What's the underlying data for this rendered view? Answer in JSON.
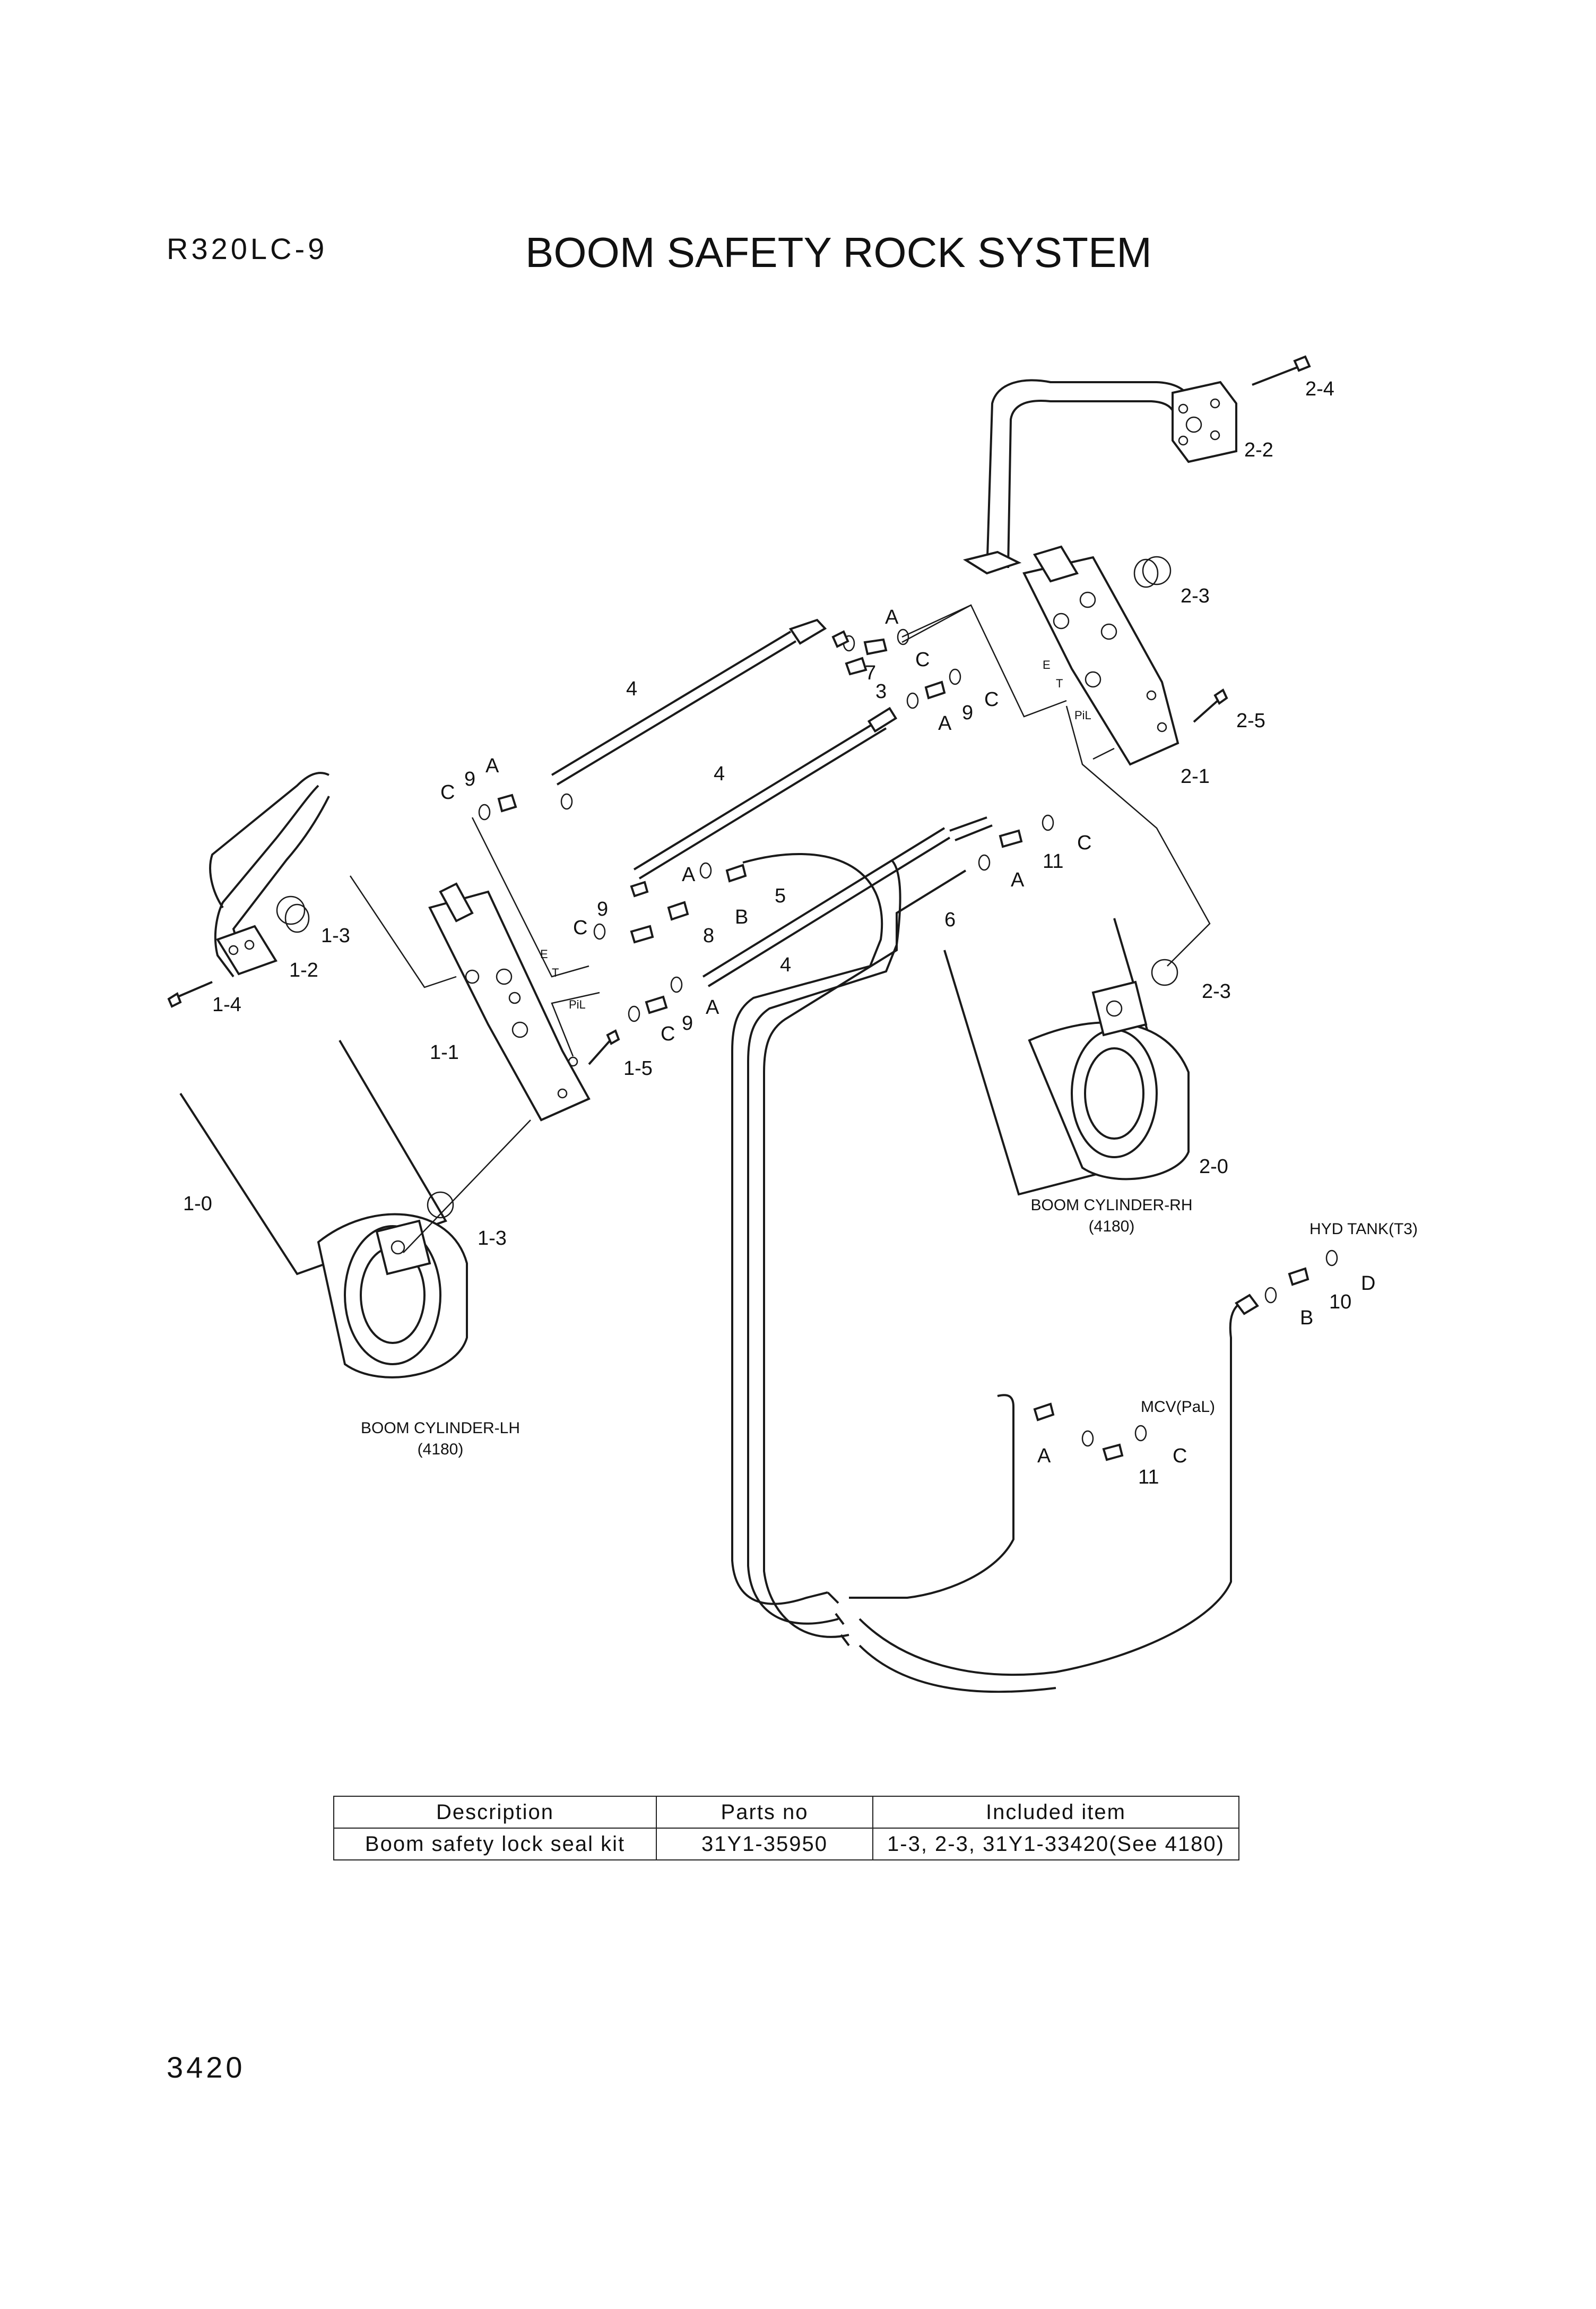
{
  "header": {
    "model": "R320LC-9",
    "title": "BOOM SAFETY ROCK SYSTEM"
  },
  "footer": {
    "page_number": "3420"
  },
  "diagram": {
    "callouts": [
      "2-4",
      "2-2",
      "2-3",
      "2-5",
      "2-1",
      "A",
      "C",
      "7",
      "3",
      "C",
      "9",
      "A",
      "4",
      "9",
      "A",
      "C",
      "4",
      "C",
      "11",
      "A",
      "5",
      "B",
      "A",
      "9",
      "8",
      "C",
      "6",
      "4",
      "2-3",
      "9",
      "C",
      "A",
      "1-3",
      "1-2",
      "1-4",
      "1-1",
      "1-5",
      "1-0",
      "1-3",
      "2-0",
      "D",
      "10",
      "B",
      "A",
      "C",
      "11"
    ],
    "port_labels": [
      "E",
      "T",
      "PiL",
      "E",
      "T",
      "PiL"
    ],
    "component_labels": {
      "boom_cylinder_rh": "BOOM CYLINDER-RH",
      "boom_cylinder_rh_ref": "(4180)",
      "boom_cylinder_lh": "BOOM CYLINDER-LH",
      "boom_cylinder_lh_ref": "(4180)",
      "hyd_tank": "HYD TANK(T3)",
      "mcv": "MCV(PaL)"
    }
  },
  "parts_table": {
    "headers": [
      "Description",
      "Parts no",
      "Included item"
    ],
    "rows": [
      [
        "Boom safety lock seal kit",
        "31Y1-35950",
        "1-3, 2-3, 31Y1-33420(See 4180)"
      ]
    ]
  }
}
